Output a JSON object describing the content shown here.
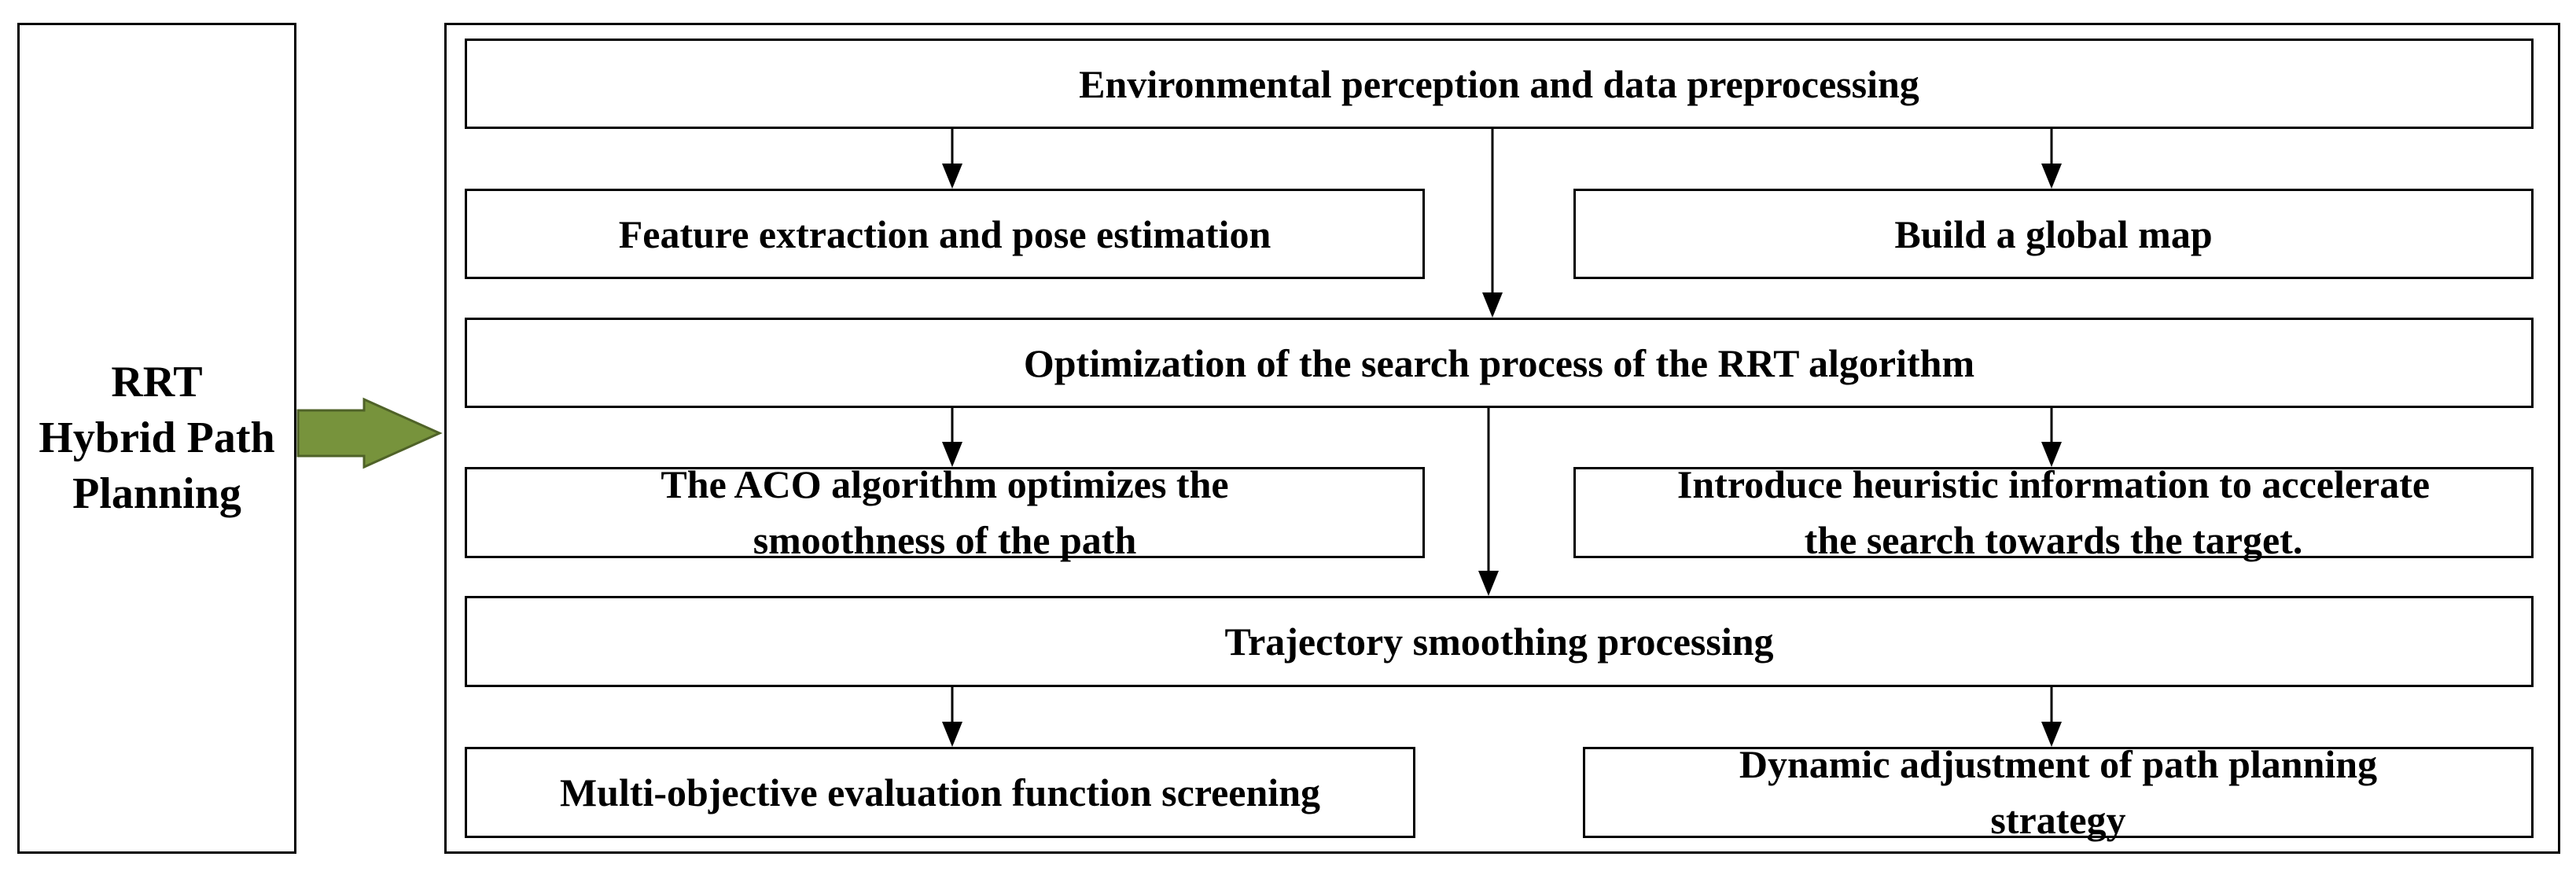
{
  "left_panel": {
    "title": "RRT\nHybrid Path\nPlanning"
  },
  "process": {
    "step1": "Environmental perception and data preprocessing",
    "step1_left": "Feature extraction and pose estimation",
    "step1_right": "Build a global map",
    "step2": "Optimization of the search process of the RRT algorithm",
    "step2_left": "The ACO algorithm optimizes the\nsmoothness of the path",
    "step2_right": "Introduce heuristic information to accelerate\nthe search towards the target.",
    "step3": "Trajectory smoothing processing",
    "step3_left": "Multi-objective evaluation function screening",
    "step3_right": "Dynamic adjustment of path planning\nstrategy"
  },
  "colors": {
    "arrow_fill": "#77933c",
    "arrow_stroke": "#4f6228",
    "line": "#000000"
  }
}
